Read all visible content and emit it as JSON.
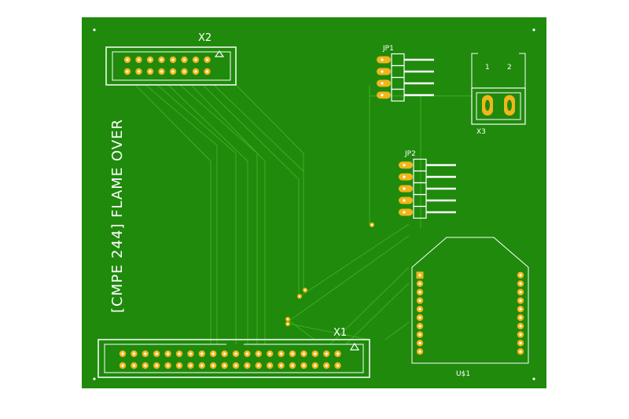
{
  "board": {
    "title": "[CMPE 244] FLAME OVER",
    "colors": {
      "substrate": "#1f8a0c",
      "silkscreen": "#ffffff",
      "trace": "#3fae22",
      "pad": "#f2b51a",
      "drill": "#ffffff"
    }
  },
  "components": {
    "x1": {
      "label": "X1",
      "pin_rows": 2,
      "pins_per_row": 20
    },
    "x2": {
      "label": "X2",
      "pin_rows": 2,
      "pins_per_row": 8
    },
    "jp1": {
      "label": "JP1",
      "pins": 4
    },
    "jp2": {
      "label": "JP2",
      "pins": 5
    },
    "x3": {
      "label": "X3",
      "pin_labels": [
        "1",
        "2"
      ]
    },
    "u1": {
      "label": "U$1",
      "pins_per_side": 10
    }
  }
}
